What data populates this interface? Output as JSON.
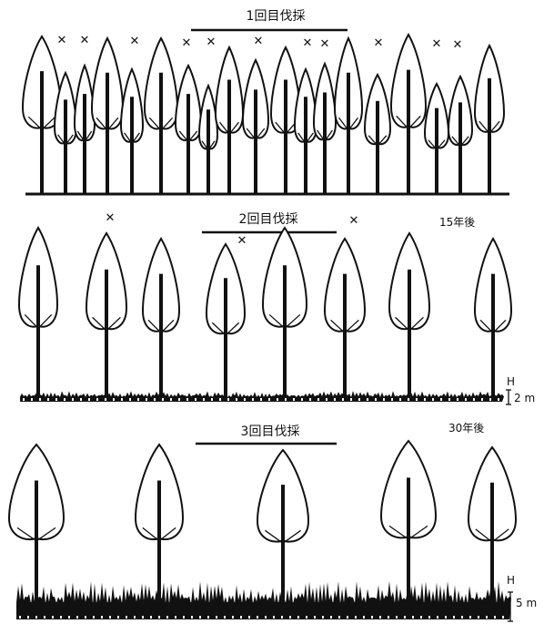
{
  "panels": [
    {
      "title": "1回目伐採",
      "after_label": ""
    },
    {
      "title": "2回目伐採",
      "after_label": "15年後",
      "height_marker": {
        "letter": "H",
        "value": "2 m"
      }
    },
    {
      "title": "3回目伐採",
      "after_label": "30年後",
      "height_marker": {
        "letter": "H",
        "value": "5 m"
      }
    }
  ],
  "cut_mark": "✕",
  "colors": {
    "ink": "#111111",
    "background": "#ffffff"
  }
}
